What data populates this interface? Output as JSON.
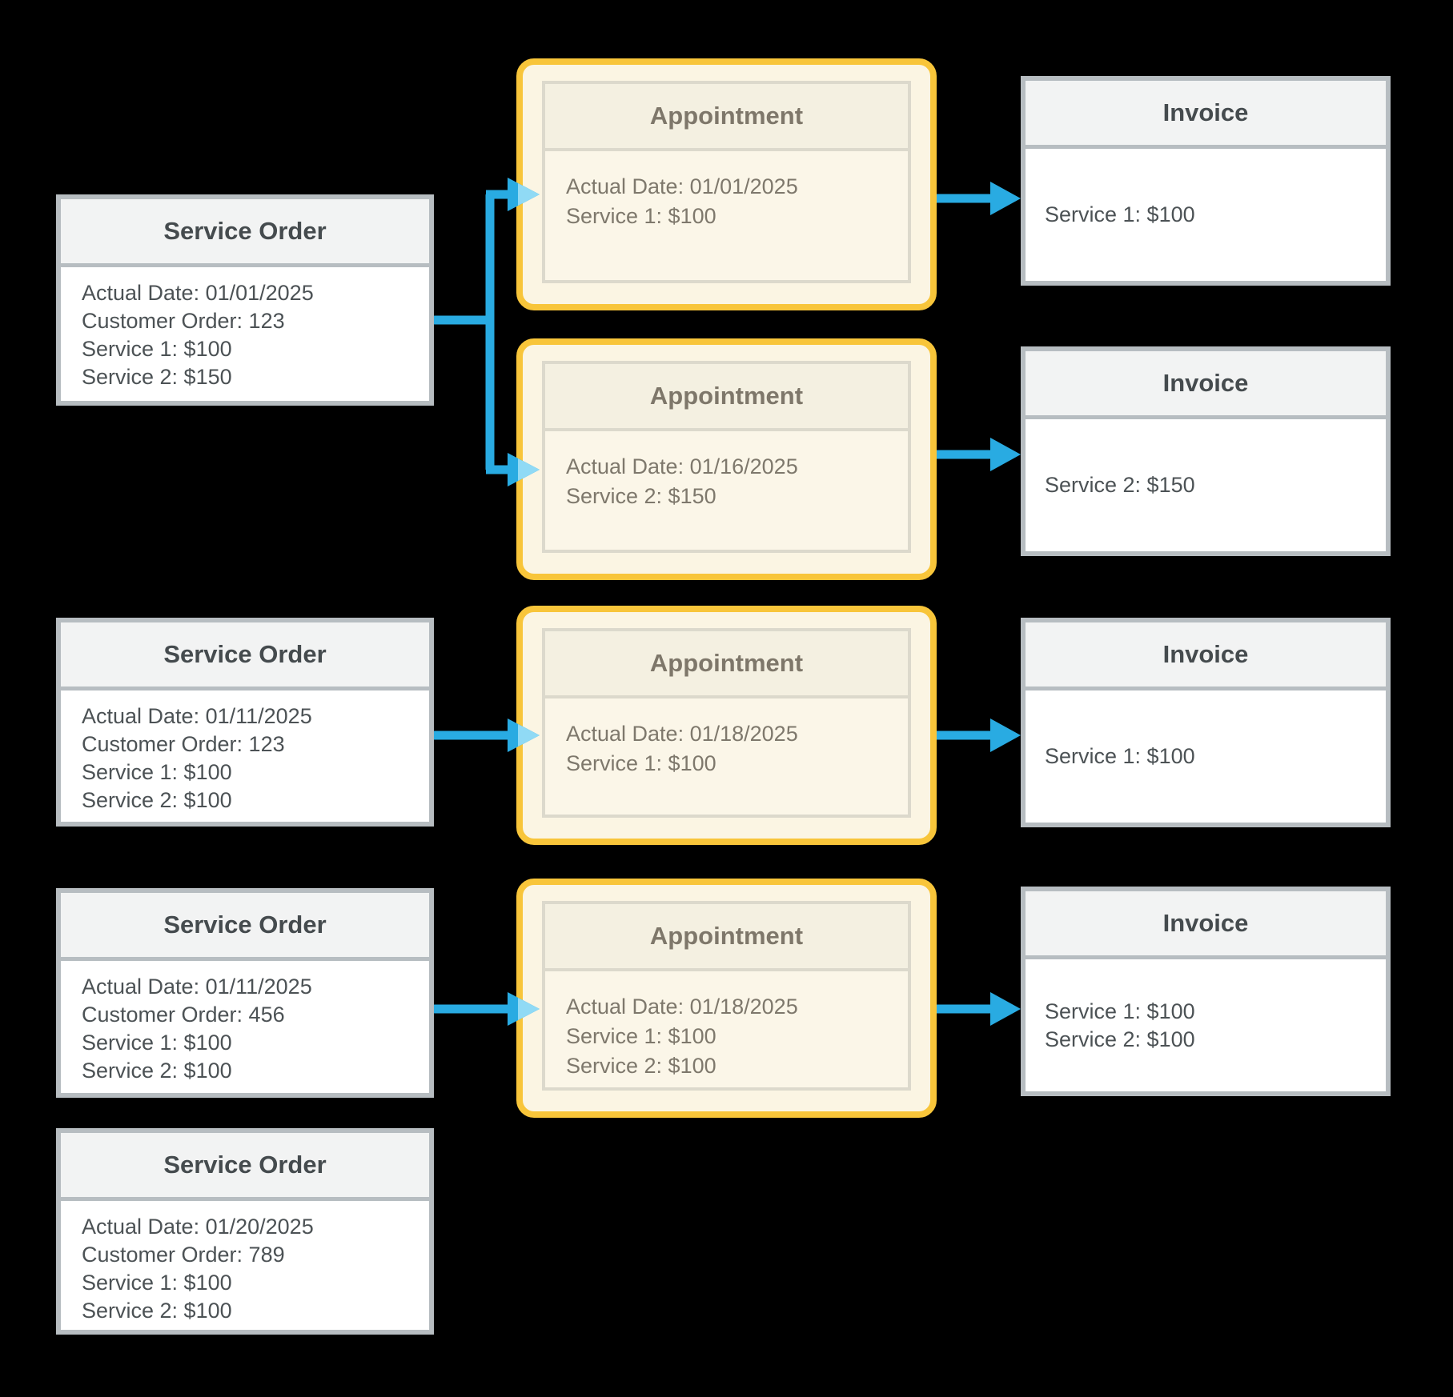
{
  "diagram": {
    "background": "#000000",
    "colors": {
      "card_border": "#b7bdc1",
      "card_header_fill": "#f2f3f3",
      "card_body_fill": "#ffffff",
      "card_title_text": "#454b4e",
      "card_body_text": "#4c5255",
      "appointment_outline": "#f8c53a",
      "appointment_fill": "#fbf5e3",
      "appointment_inner_border": "#dcd9cc",
      "appointment_header_fill": "#f4f0e1",
      "appointment_text": "#7e776a",
      "arrow": "#29abe2",
      "arrow_tip_light": "#90daf5"
    },
    "service_orders": [
      {
        "title": "Service Order",
        "lines": [
          "Actual Date: 01/01/2025",
          "Customer Order: 123",
          "Service 1: $100",
          "Service 2: $150"
        ]
      },
      {
        "title": "Service Order",
        "lines": [
          "Actual Date: 01/11/2025",
          "Customer Order: 123",
          "Service 1: $100",
          "Service 2: $100"
        ]
      },
      {
        "title": "Service Order",
        "lines": [
          "Actual Date: 01/11/2025",
          "Customer Order: 456",
          "Service 1: $100",
          "Service 2: $100"
        ]
      },
      {
        "title": "Service Order",
        "lines": [
          "Actual Date: 01/20/2025",
          "Customer Order: 789",
          "Service 1: $100",
          "Service 2: $100"
        ]
      }
    ],
    "appointments": [
      {
        "title": "Appointment",
        "lines": [
          "Actual Date: 01/01/2025",
          "Service 1: $100"
        ]
      },
      {
        "title": "Appointment",
        "lines": [
          "Actual Date: 01/16/2025",
          "Service 2: $150"
        ]
      },
      {
        "title": "Appointment",
        "lines": [
          "Actual Date: 01/18/2025",
          "Service 1: $100"
        ]
      },
      {
        "title": "Appointment",
        "lines": [
          "Actual Date: 01/18/2025",
          "Service 1: $100",
          "Service 2: $100"
        ]
      }
    ],
    "invoices": [
      {
        "title": "Invoice",
        "lines": [
          "Service 1: $100"
        ]
      },
      {
        "title": "Invoice",
        "lines": [
          "Service 2: $150"
        ]
      },
      {
        "title": "Invoice",
        "lines": [
          "Service 1: $100"
        ]
      },
      {
        "title": "Invoice",
        "lines": [
          "Service 1: $100",
          "Service 2: $100"
        ]
      }
    ]
  }
}
